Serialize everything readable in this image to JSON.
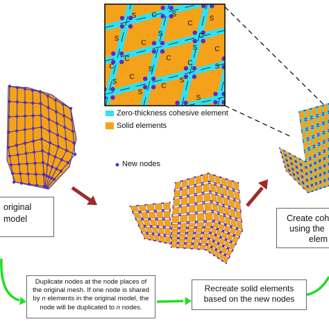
{
  "legend": {
    "cohesive_label": "Zero-thickness cohesive element",
    "solid_label": "Solid elements",
    "new_nodes_label": "New nodes"
  },
  "inset": {
    "solid_letter": "S",
    "cohesive_letter": "C"
  },
  "boxes": {
    "original": [
      "original",
      "model"
    ],
    "create": [
      "Create coh",
      "using the",
      "elem"
    ],
    "duplicate": [
      "Duplicate nodes at the node places of",
      "the original mesh. If one node is shared",
      "by n elements in the original model, the",
      "node will be duplicated to n nodes."
    ],
    "recreate": [
      "Recreate solid elements",
      "based on the new nodes"
    ]
  },
  "colors": {
    "solid": "#F5A21B",
    "cohesive": "#33E0F0",
    "node": "#5B2BC2",
    "mesh_line": "#333399",
    "red_arrow": "#9E2A2A",
    "green_arrow": "#22DD22"
  }
}
